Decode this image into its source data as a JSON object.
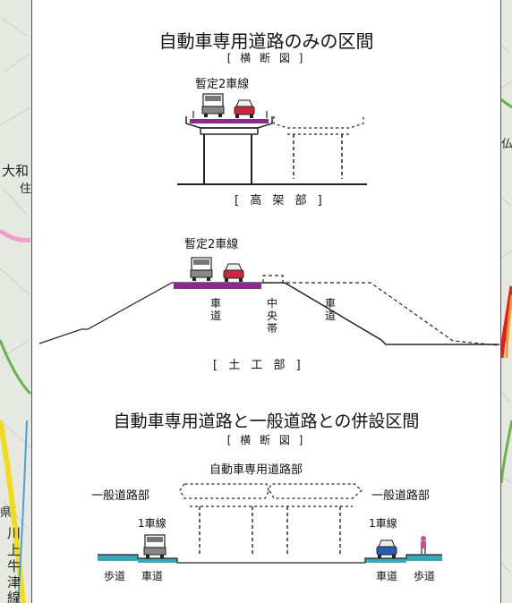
{
  "section1": {
    "title": "自動車専用道路のみの区間",
    "subtitle": "[ 横 断 図 ]",
    "lanes_label": "暫定2車線",
    "part_label": "[ 高 架 部 ]"
  },
  "section2": {
    "lanes_label": "暫定2車線",
    "label_lane_left": "車道",
    "label_median": "中央帯",
    "label_lane_right": "車道",
    "part_label": "[ 土 工 部 ]"
  },
  "section3": {
    "title": "自動車専用道路と一般道路との併設区間",
    "subtitle": "[ 横 断 図 ]",
    "expressway_label": "自動車専用道路部",
    "general_left": "一般道路部",
    "general_right": "一般道路部",
    "one_lane_left": "1車線",
    "one_lane_right": "1車線",
    "sidewalk_left": "歩道",
    "road_left": "車道",
    "road_right": "車道",
    "sidewalk_right": "歩道"
  },
  "map_labels": {
    "yamato": "大和",
    "kawa": "川",
    "ue": "上",
    "ushi": "牛",
    "tsu": "津",
    "sen": "線",
    "ken": "県",
    "fragment_left": "住",
    "fragment_right": "仏"
  },
  "colors": {
    "purple_pavement": "#8a2c8e",
    "cyan_sidewalk": "#3aa7b5",
    "truck": "#888888",
    "car_red": "#c8283c",
    "car_blue": "#2b5bb5",
    "map_yellow": "#f0dc1e",
    "map_pink": "#f0a0c8",
    "map_green": "#6ab04c",
    "map_orange": "#f0a020"
  }
}
